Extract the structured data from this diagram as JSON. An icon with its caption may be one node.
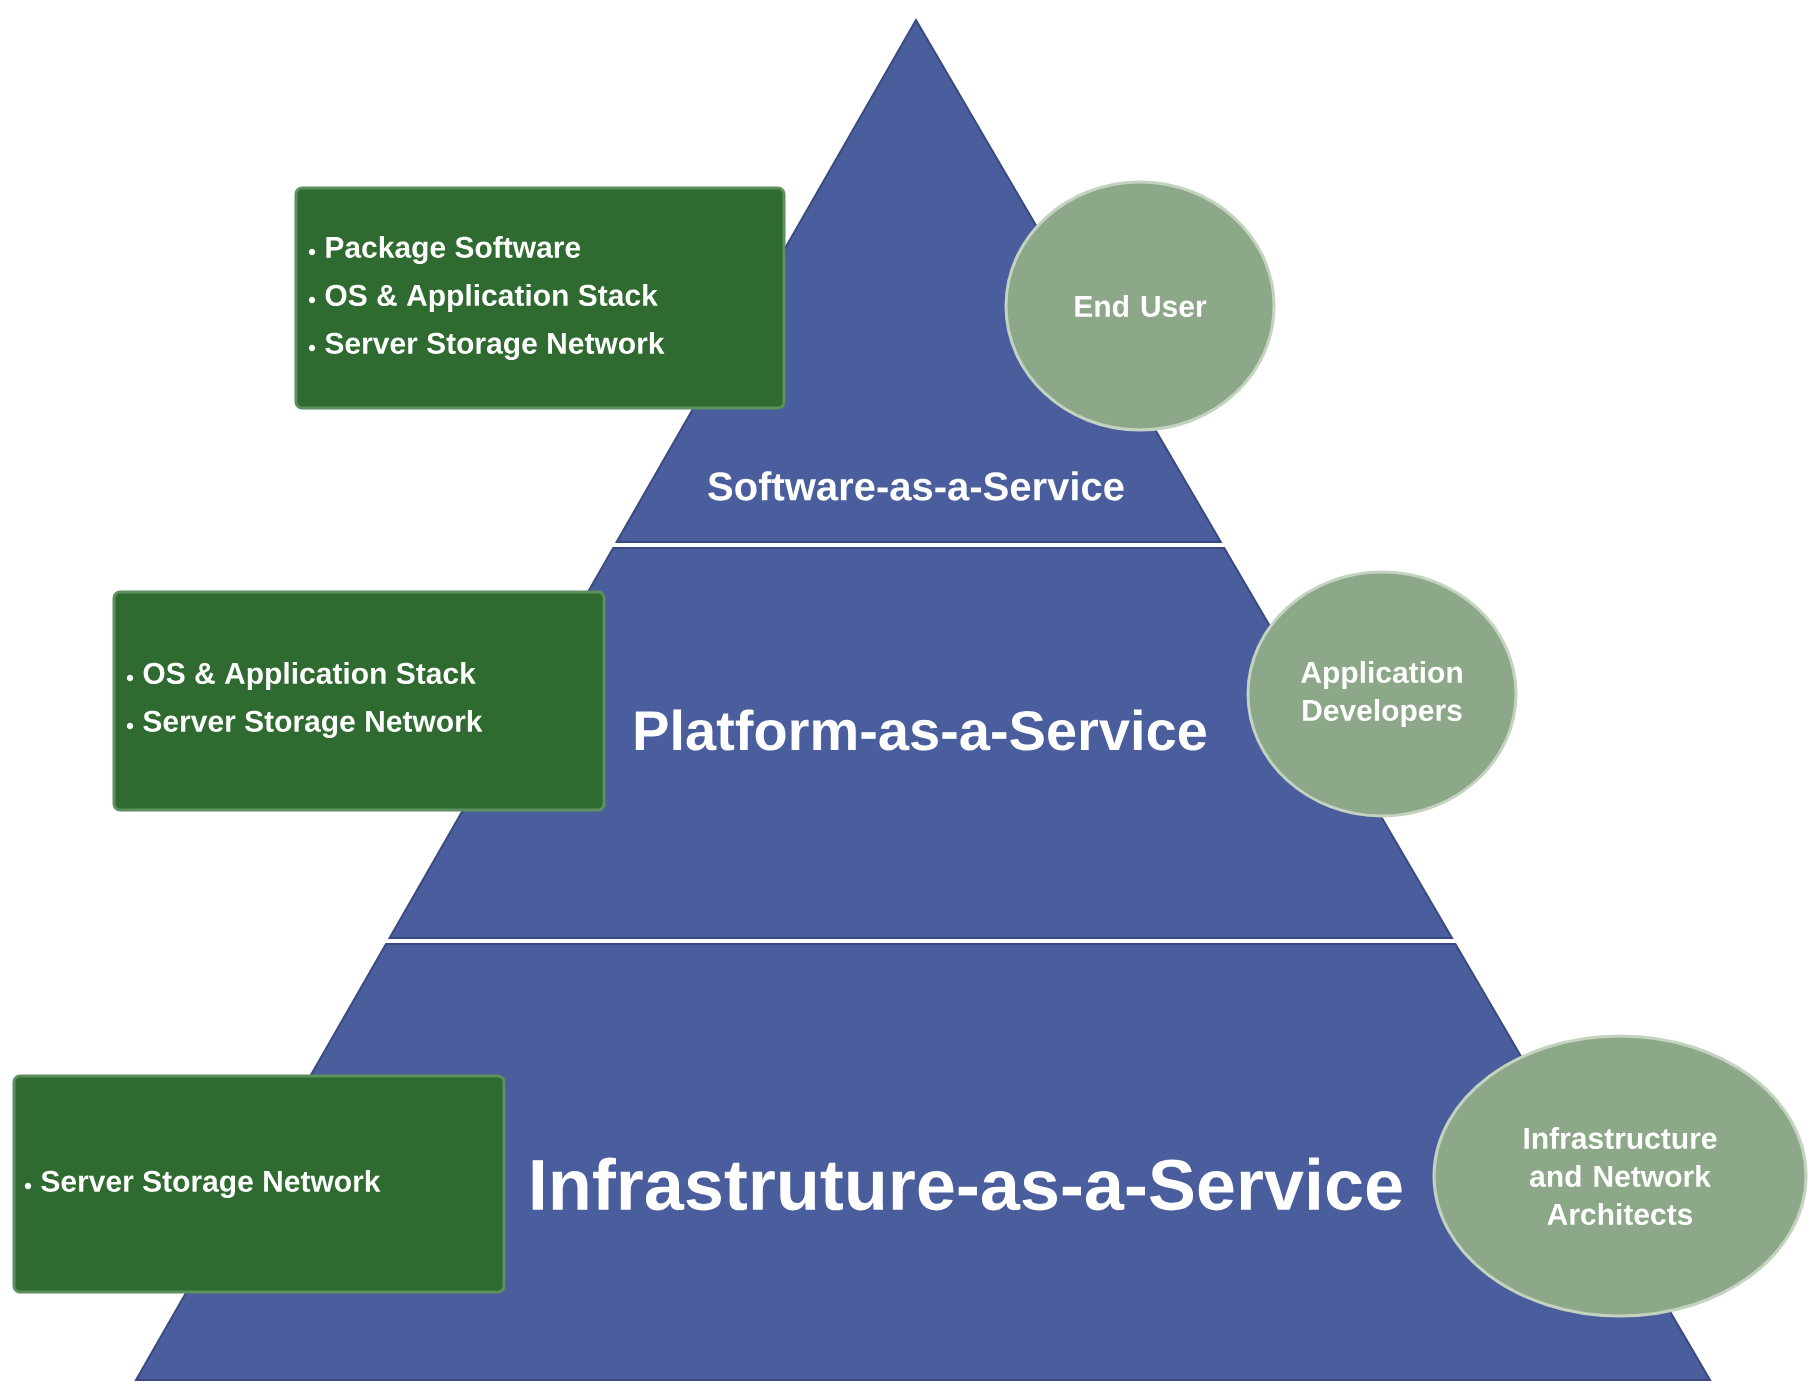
{
  "diagram": {
    "nodes": [
      {
        "text": [
          "Software-as-a-Service"
        ]
      },
      {
        "text": [
          "Platform-as-a-Service"
        ]
      },
      {
        "text": [
          "Infrastruture-as-a-Service"
        ]
      },
      {
        "text": [
          "Package Software",
          "OS & Application Stack",
          "Server Storage Network"
        ]
      },
      {
        "text": [
          "OS & Application Stack",
          "Server Storage Network"
        ]
      },
      {
        "text": [
          "Server Storage Network"
        ]
      },
      {
        "text": [
          "End User"
        ]
      },
      {
        "text": [
          "Application Developers"
        ]
      },
      {
        "text": [
          "Infrastructure and Network Architects"
        ]
      }
    ]
  }
}
